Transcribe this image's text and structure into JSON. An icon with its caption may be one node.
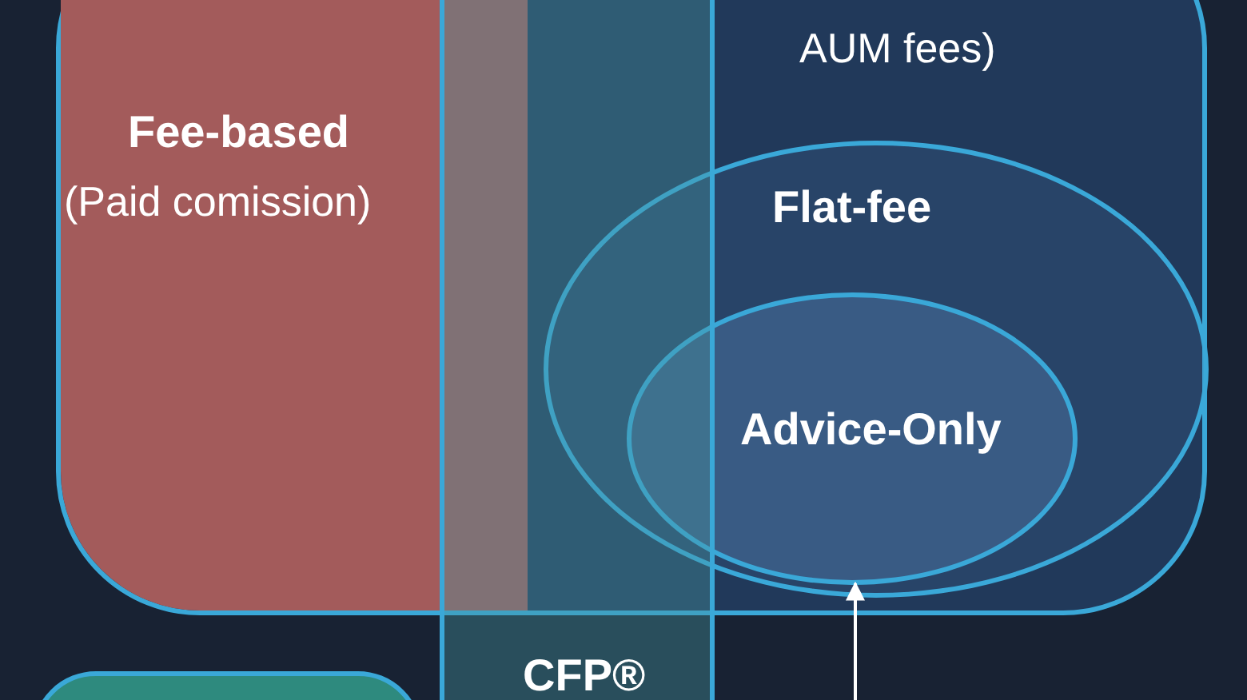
{
  "diagram": {
    "nodes": [
      {
        "text": [
          "AUM fees)"
        ]
      },
      {
        "text": [
          "Fee-based",
          "(Paid comission)"
        ],
        "in": 0
      },
      {
        "text": [
          "Flat-fee"
        ],
        "in": 0
      },
      {
        "text": [
          "Advice-Only"
        ],
        "in": 2
      },
      {
        "text": [
          "CFP®"
        ]
      },
      {
        "text": [],
        "shape": "box"
      }
    ],
    "edges": [
      {
        "from": null,
        "to": 3,
        "arrow": "to"
      }
    ]
  }
}
